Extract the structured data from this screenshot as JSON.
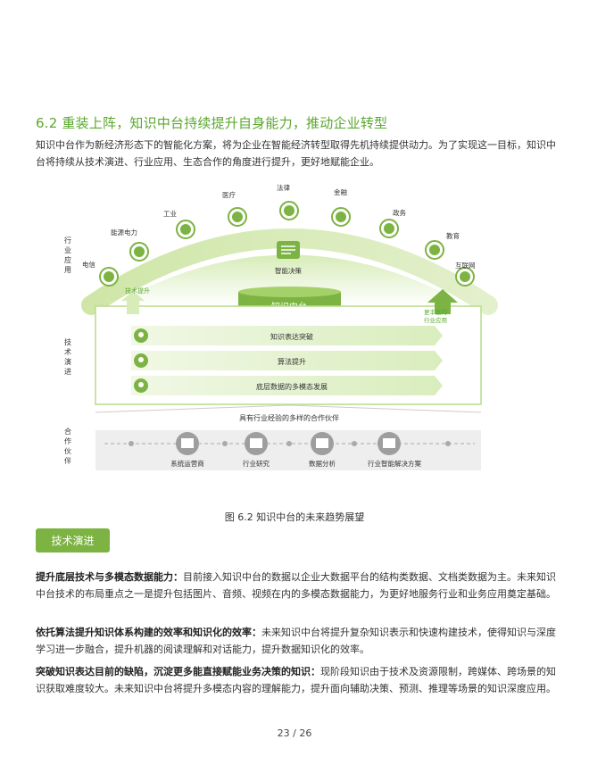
{
  "section": {
    "title": "6.2  重装上阵，知识中台持续提升自身能力，推动企业转型",
    "intro": "知识中台作为新经济形态下的智能化方案，将为企业在智能经济转型取得先机持续提供动力。为了实现这一目标，知识中台将持续从技术演进、行业应用、生态合作的角度进行提升，更好地赋能企业。"
  },
  "figure": {
    "left_labels": {
      "industry": "行业应用",
      "tech": "技术演进",
      "partner": "合作伙伴"
    },
    "industries": [
      "电信",
      "能源电力",
      "工业",
      "医疗",
      "法律",
      "金融",
      "政务",
      "教育",
      "互联网"
    ],
    "center_label": "智能决策",
    "core_label": "知识中台",
    "tech_up": "技术提升",
    "richer_apps": "更丰富的行业应用",
    "tech_rows": [
      "知识表达突破",
      "算法提升",
      "底层数据的多模态发展"
    ],
    "partners_title": "具有行业经验的多样的合作伙伴",
    "partners": [
      "系统运营商",
      "行业研究",
      "数据分析",
      "行业智能解决方案"
    ],
    "caption": "图 6.2 知识中台的未来趋势展望"
  },
  "tag": "技术演进",
  "paragraphs": [
    {
      "bold": "提升底层技术与多模态数据能力：",
      "text": "目前接入知识中台的数据以企业大数据平台的结构类数据、文档类数据为主。未来知识中台技术的布局重点之一是提升包括图片、音频、视频在内的多模态数据能力，为更好地服务行业和业务应用奠定基础。"
    },
    {
      "bold": "依托算法提升知识体系构建的效率和知识化的效率：",
      "text": "未来知识中台将提升复杂知识表示和快速构建技术，使得知识与深度学习进一步融合，提升机器的阅读理解和对话能力，提升数据知识化的效率。"
    },
    {
      "bold": "突破知识表达目前的缺陷，沉淀更多能直接赋能业务决策的知识：",
      "text": "现阶段知识由于技术及资源限制，跨媒体、跨场景的知识获取难度较大。未来知识中台将提升多模态内容的理解能力，提升面向辅助决策、预测、推理等场景的知识深度应用。"
    }
  ],
  "page": "23 / 26"
}
